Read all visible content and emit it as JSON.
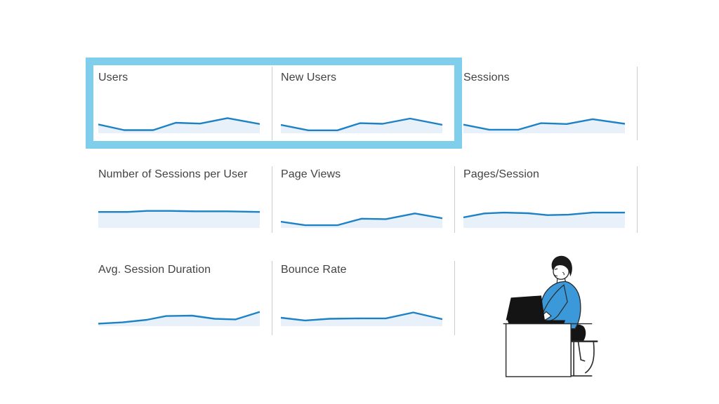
{
  "colors": {
    "line": "#1c82c5",
    "fill": "#e8f1f9",
    "divider": "#cdcdcd",
    "title_text": "#424242",
    "highlight_border": "#7fcfec",
    "background": "#ffffff"
  },
  "highlight": {
    "selected_cards": [
      "Users",
      "New Users"
    ]
  },
  "metrics": {
    "rows": [
      {
        "cards": [
          {
            "title": "Users",
            "sparkline": {
              "type": "line",
              "points": [
                [
                  0,
                  42
                ],
                [
                  16,
                  15
                ],
                [
                  34,
                  15
                ],
                [
                  48,
                  50
                ],
                [
                  63,
                  46
                ],
                [
                  80,
                  72
                ],
                [
                  100,
                  44
                ]
              ]
            }
          },
          {
            "title": "New Users",
            "sparkline": {
              "type": "line",
              "points": [
                [
                  0,
                  40
                ],
                [
                  17,
                  14
                ],
                [
                  35,
                  14
                ],
                [
                  49,
                  48
                ],
                [
                  63,
                  45
                ],
                [
                  80,
                  70
                ],
                [
                  100,
                  40
                ]
              ]
            }
          },
          {
            "title": "Sessions",
            "sparkline": {
              "type": "line",
              "points": [
                [
                  0,
                  41
                ],
                [
                  16,
                  17
                ],
                [
                  34,
                  17
                ],
                [
                  48,
                  48
                ],
                [
                  64,
                  44
                ],
                [
                  80,
                  67
                ],
                [
                  100,
                  45
                ]
              ]
            }
          }
        ]
      },
      {
        "cards": [
          {
            "title": "Number of Sessions per User",
            "sparkline": {
              "type": "line",
              "points": [
                [
                  0,
                  76
                ],
                [
                  18,
                  76
                ],
                [
                  30,
                  81
                ],
                [
                  45,
                  81
                ],
                [
                  60,
                  79
                ],
                [
                  80,
                  79
                ],
                [
                  100,
                  76
                ]
              ]
            }
          },
          {
            "title": "Page Views",
            "sparkline": {
              "type": "line",
              "points": [
                [
                  0,
                  30
                ],
                [
                  15,
                  13
                ],
                [
                  35,
                  13
                ],
                [
                  50,
                  44
                ],
                [
                  65,
                  42
                ],
                [
                  83,
                  69
                ],
                [
                  100,
                  46
                ]
              ]
            }
          },
          {
            "title": "Pages/Session",
            "sparkline": {
              "type": "line",
              "points": [
                [
                  0,
                  50
                ],
                [
                  13,
                  69
                ],
                [
                  25,
                  73
                ],
                [
                  40,
                  70
                ],
                [
                  52,
                  61
                ],
                [
                  65,
                  63
                ],
                [
                  80,
                  73
                ],
                [
                  100,
                  73
                ]
              ]
            }
          }
        ]
      },
      {
        "cards": [
          {
            "title": "Avg. Session Duration",
            "sparkline": {
              "type": "line",
              "points": [
                [
                  0,
                  12
                ],
                [
                  15,
                  18
                ],
                [
                  30,
                  30
                ],
                [
                  42,
                  48
                ],
                [
                  58,
                  50
                ],
                [
                  72,
                  35
                ],
                [
                  85,
                  32
                ],
                [
                  100,
                  68
                ]
              ]
            }
          },
          {
            "title": "Bounce Rate",
            "sparkline": {
              "type": "line",
              "points": [
                [
                  0,
                  40
                ],
                [
                  15,
                  27
                ],
                [
                  30,
                  35
                ],
                [
                  50,
                  37
                ],
                [
                  65,
                  37
                ],
                [
                  82,
                  65
                ],
                [
                  100,
                  33
                ]
              ]
            }
          }
        ]
      }
    ]
  },
  "illustration": {
    "description": "person in blue t-shirt typing on black laptop at white desk, seated on stool",
    "shirt_color": "#3b99d9",
    "laptop_color": "#141414",
    "hair_color": "#1b1b1b",
    "outline_color": "#2a2a2a"
  }
}
